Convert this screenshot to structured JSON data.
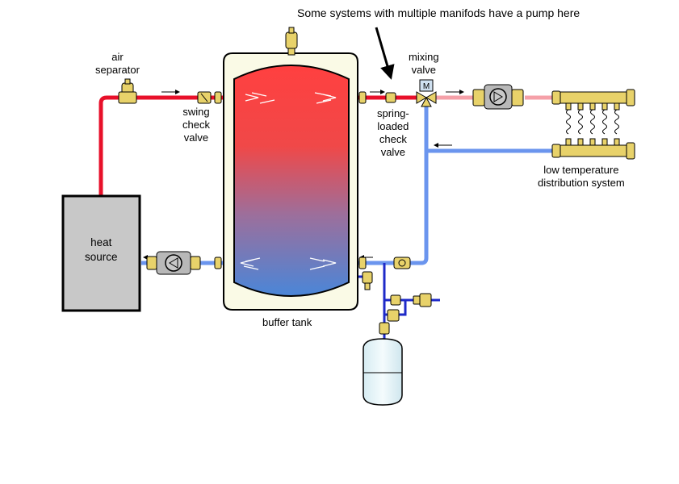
{
  "labels": {
    "note": "Some systems with multiple manifods have a pump here",
    "air_separator": [
      "air",
      "separator"
    ],
    "swing_check_valve": [
      "swing",
      "check",
      "valve"
    ],
    "mixing_valve": [
      "mixing",
      "valve"
    ],
    "mixing_valve_motor": "M",
    "spring_loaded_check_valve": [
      "spring-",
      "loaded",
      "check",
      "valve"
    ],
    "low_temperature_distribution": [
      "low temperature",
      "distribution system"
    ],
    "heat_source": [
      "heat",
      "source"
    ],
    "buffer_tank": "buffer tank"
  },
  "colors": {
    "hot_pipe": "#e8102a",
    "hot_pipe_light": "#f5a0a8",
    "cold_pipe": "#6b95ee",
    "dark_blue_pipe": "#1e2ac8",
    "tank_hot": "#ff4040",
    "tank_cold": "#4a86d8",
    "tank_jacket": "#fafae6",
    "heat_source_fill": "#c8c8c8",
    "brass": "#e8d26a",
    "expansion_tank": "#e6f4f8"
  }
}
